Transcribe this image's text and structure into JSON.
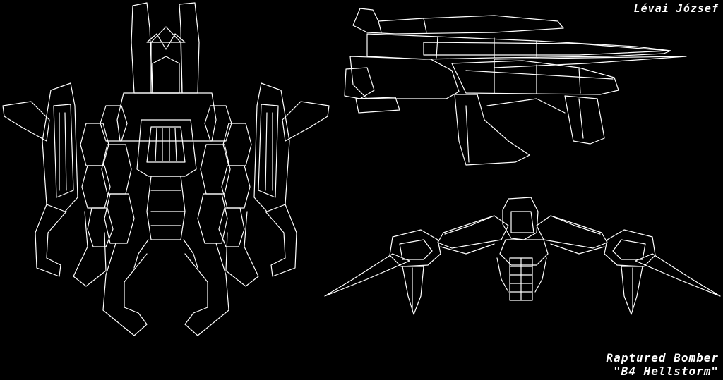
{
  "credits": {
    "author": "Lévai József",
    "title_line1": "Raptured Bomber",
    "title_line2": "\"B4 Hellstorm\""
  },
  "colors": {
    "background": "#000000",
    "linework": "#ffffff"
  },
  "views": [
    "top-view",
    "side-view",
    "front-view"
  ]
}
